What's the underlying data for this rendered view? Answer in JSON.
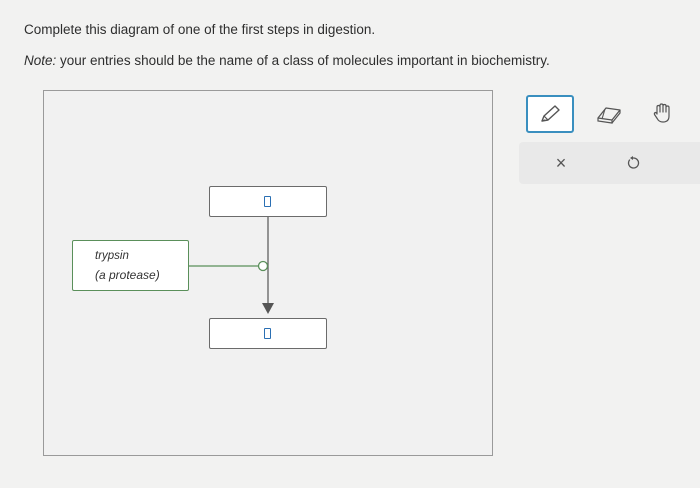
{
  "question": {
    "prompt": "Complete this diagram of one of the first steps in digestion.",
    "note_label": "Note:",
    "note_text": " your entries should be the name of a class of molecules important in biochemistry."
  },
  "diagram": {
    "enzyme_name": "trypsin",
    "enzyme_description": "(a protease)",
    "input_top_value": "",
    "input_bottom_value": ""
  },
  "toolbar": {
    "tools": [
      "pencil-icon",
      "eraser-icon",
      "hand-icon"
    ],
    "close_glyph": "×",
    "colors": {
      "active_tool_border": "#3a8fbf",
      "enzyme_border": "#5a8f5a",
      "placeholder_cursor": "#2a6fb3"
    }
  }
}
